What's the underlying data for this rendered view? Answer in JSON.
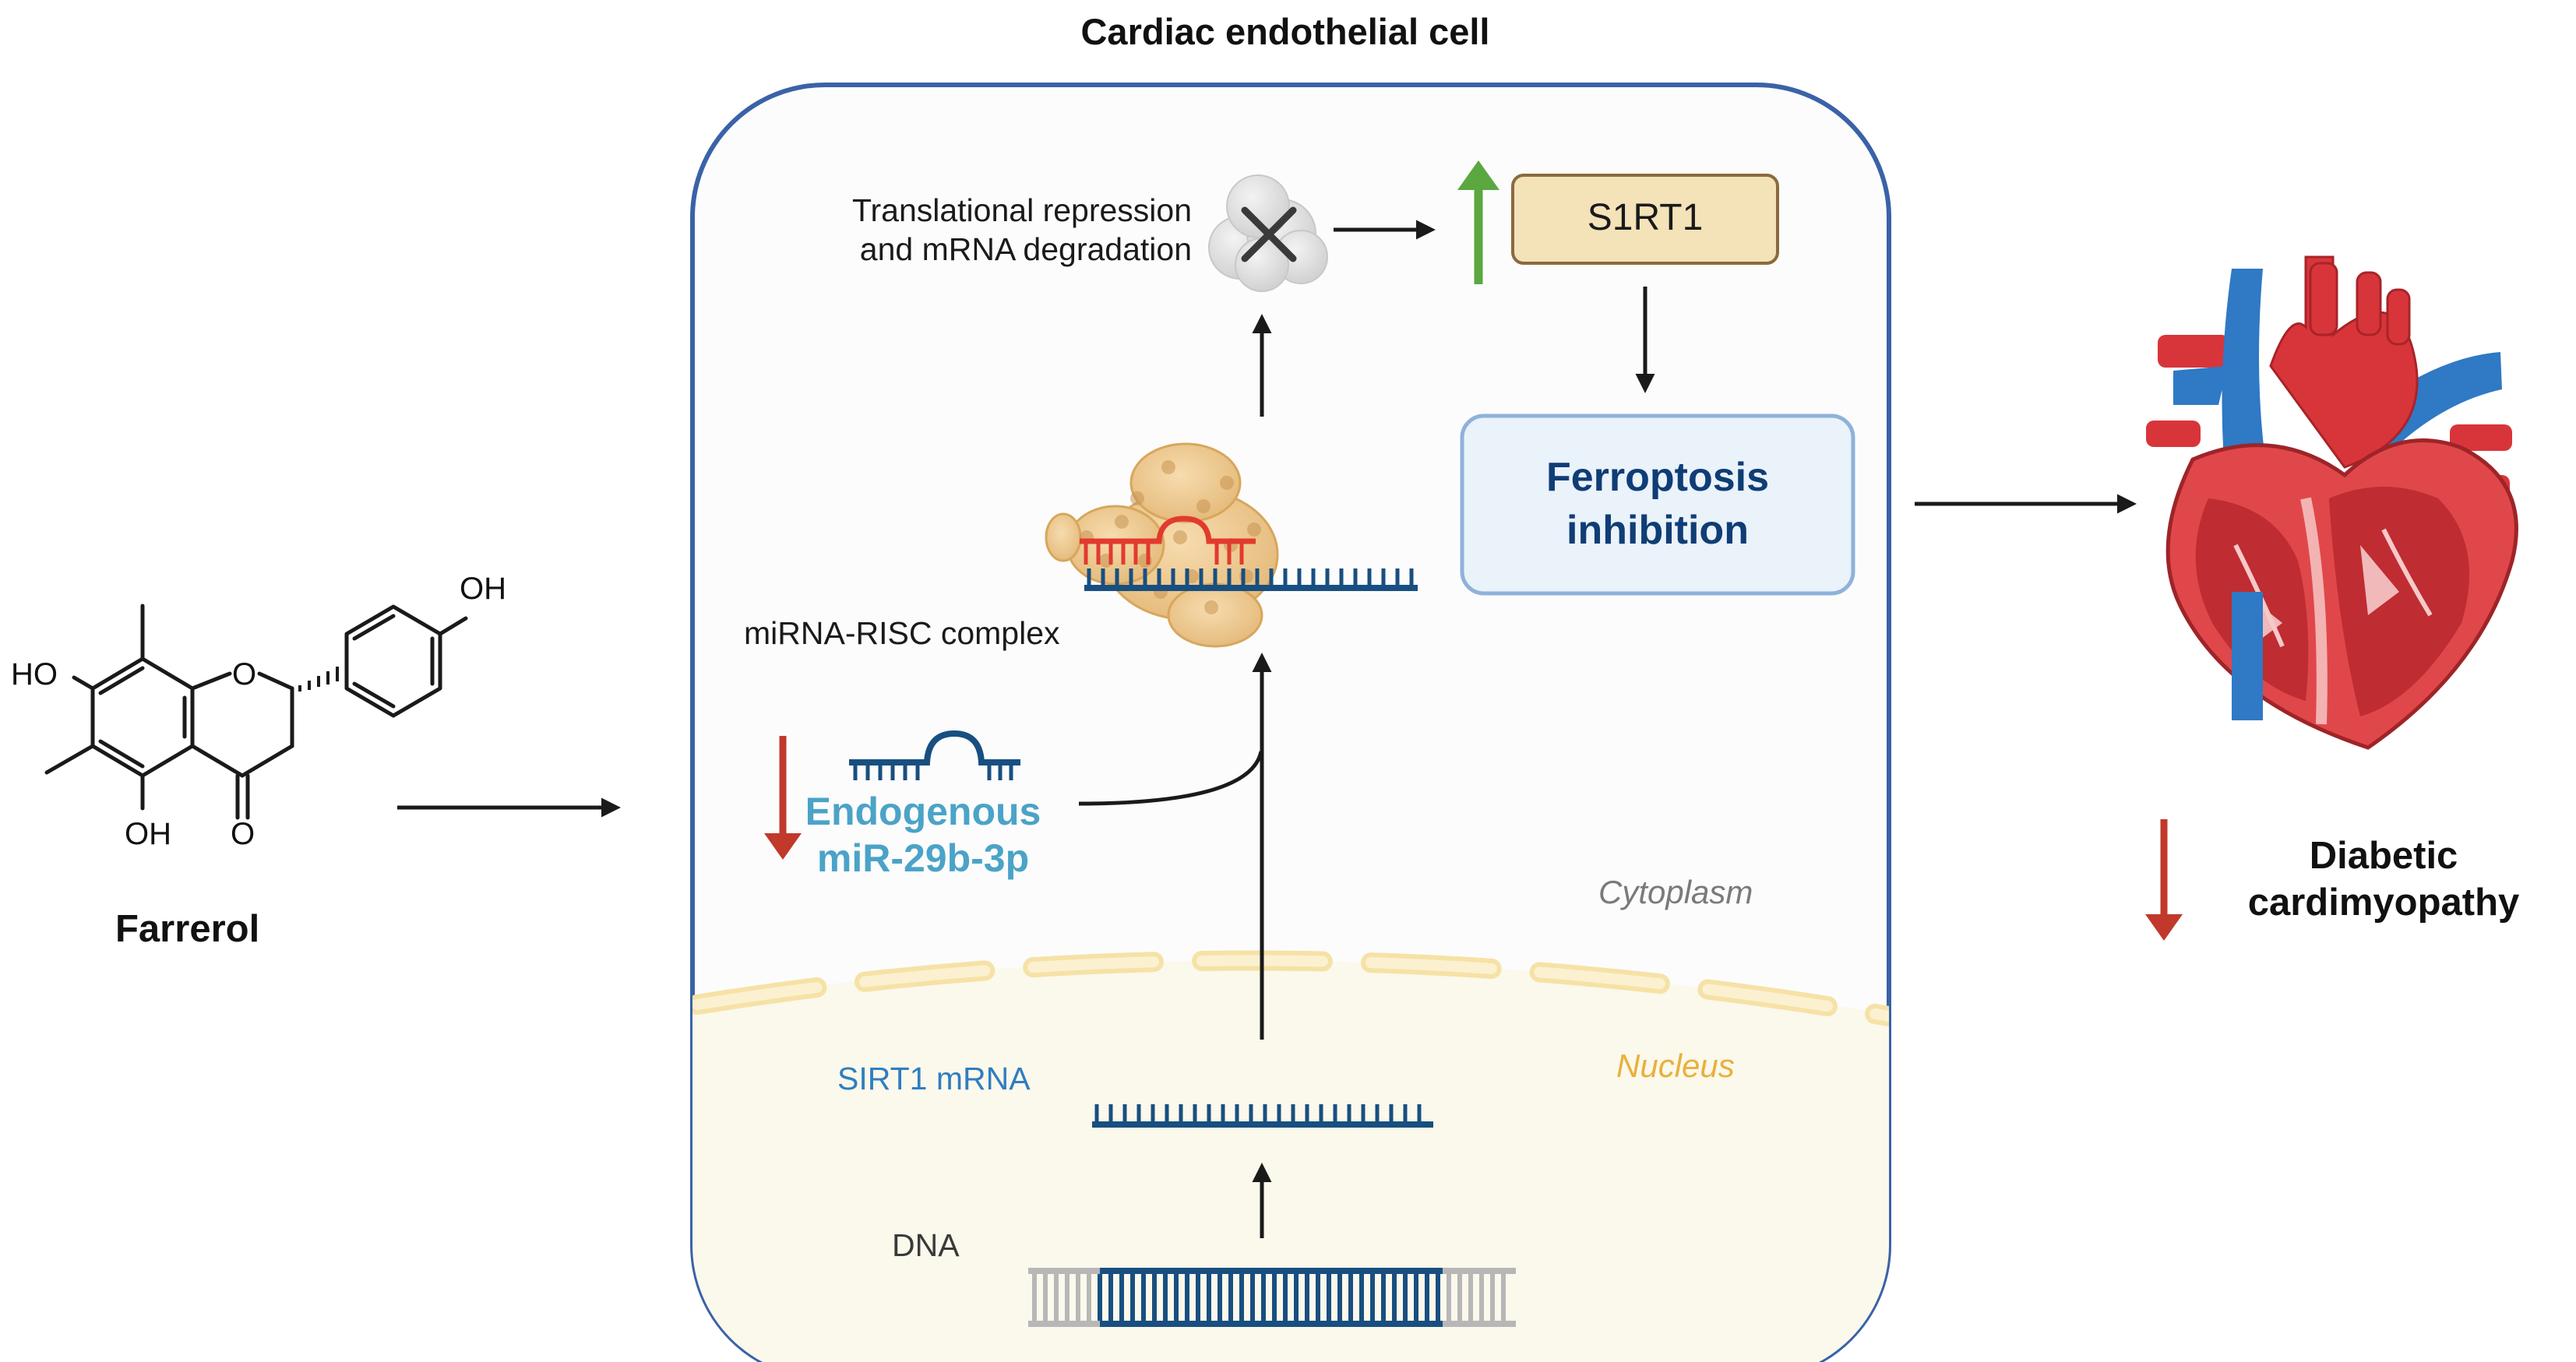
{
  "cell": {
    "title": "Cardiac endothelial cell"
  },
  "compartments": {
    "cytoplasm": "Cytoplasm",
    "nucleus": "Nucleus"
  },
  "drug": {
    "name": "Farrerol",
    "atoms": {
      "oh_top": "OH",
      "ho_left": "HO",
      "oh_bottom": "OH",
      "o_ketone": "O",
      "o_ring": "O"
    }
  },
  "pathway": {
    "dna": "DNA",
    "sirt1_mrna": "SIRT1 mRNA",
    "mirna": [
      "Endogenous",
      "miR-29b-3p"
    ],
    "risc": "miRNA-RISC complex",
    "repression": [
      "Translational repression",
      "and mRNA degradation"
    ],
    "protein": "S1RT1",
    "outcome": [
      "Ferroptosis",
      "inhibition"
    ]
  },
  "disease": {
    "label": [
      "Diabetic",
      "cardimyopathy"
    ]
  },
  "colors": {
    "cell_border": "#3a62a8",
    "navy_text": "#0f3d75",
    "mirna_text": "#4ba3c7",
    "sirt1_text": "#2f7ec0",
    "nucleus_text": "#e8b13a",
    "down_arrow": "#c0392b",
    "up_arrow": "#5aa83f",
    "dna_blue": "#184f80",
    "protein_box": "#f4e2b8"
  },
  "icons": [
    "down-arrow",
    "up-arrow",
    "x-mark",
    "risc-protein",
    "heart"
  ]
}
